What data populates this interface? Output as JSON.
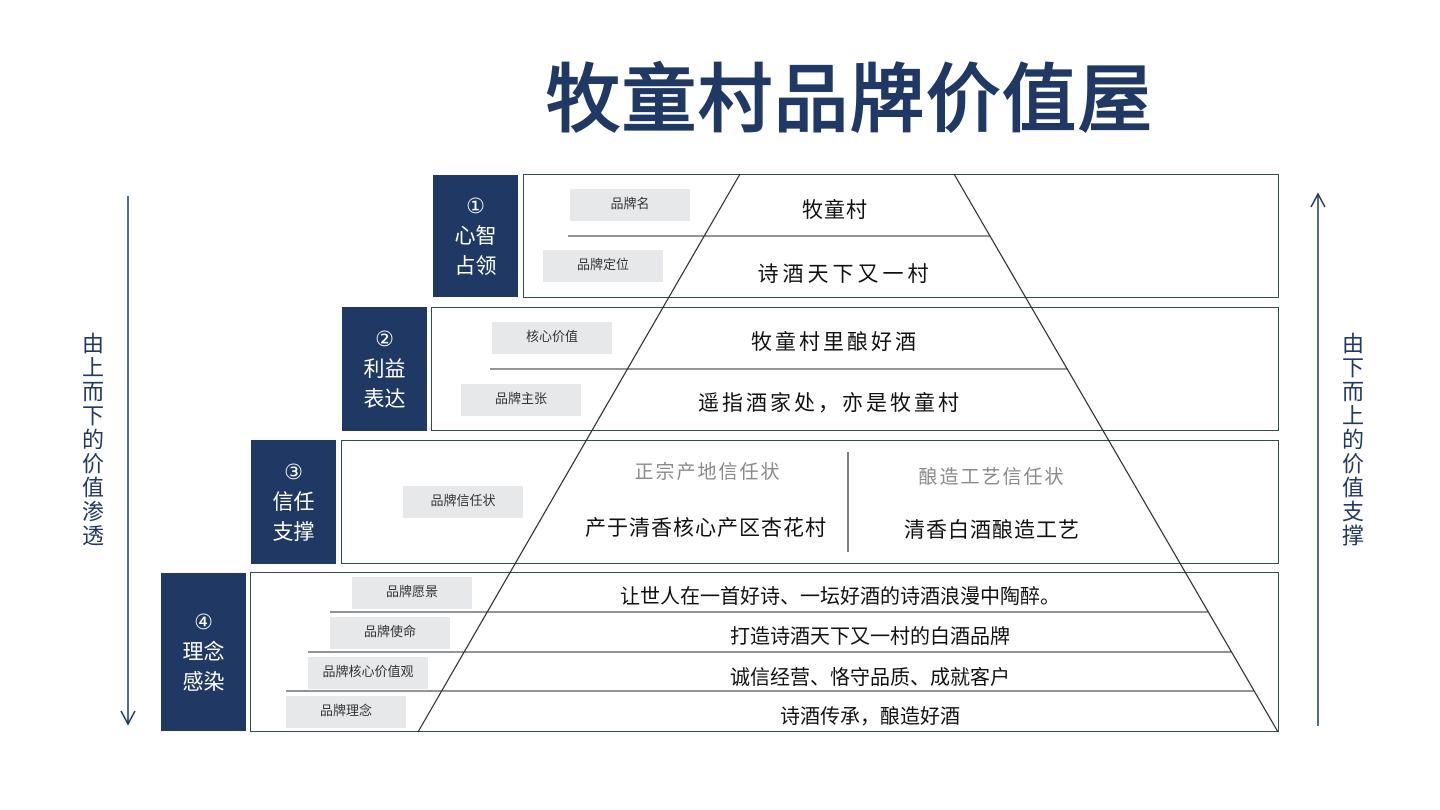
{
  "title": "牧童村品牌价值屋",
  "left_axis": "由上而下的价值渗透",
  "right_axis": "由下而上的价值支撑",
  "layers": [
    {
      "num": "①",
      "l1": "心智",
      "l2": "占领",
      "rows": [
        {
          "tag": "品牌名",
          "value": "牧童村"
        },
        {
          "tag": "品牌定位",
          "value": "诗酒天下又一村"
        }
      ]
    },
    {
      "num": "②",
      "l1": "利益",
      "l2": "表达",
      "rows": [
        {
          "tag": "核心价值",
          "value": "牧童村里酿好酒"
        },
        {
          "tag": "品牌主张",
          "value": "遥指酒家处，亦是牧童村"
        }
      ]
    },
    {
      "num": "③",
      "l1": "信任",
      "l2": "支撑",
      "tag": "品牌信任状",
      "cols": [
        {
          "heading": "正宗产地信任状",
          "value": "产于清香核心产区杏花村"
        },
        {
          "heading": "酿造工艺信任状",
          "value": "清香白酒酿造工艺"
        }
      ]
    },
    {
      "num": "④",
      "l1": "理念",
      "l2": "感染",
      "rows": [
        {
          "tag": "品牌愿景",
          "value": "让世人在一首好诗、一坛好酒的诗酒浪漫中陶醉。"
        },
        {
          "tag": "品牌使命",
          "value": "打造诗酒天下又一村的白酒品牌"
        },
        {
          "tag": "品牌核心价值观",
          "value": "诚信经营、恪守品质、成就客户"
        },
        {
          "tag": "品牌理念",
          "value": "诗酒传承，酿造好酒"
        }
      ]
    }
  ]
}
